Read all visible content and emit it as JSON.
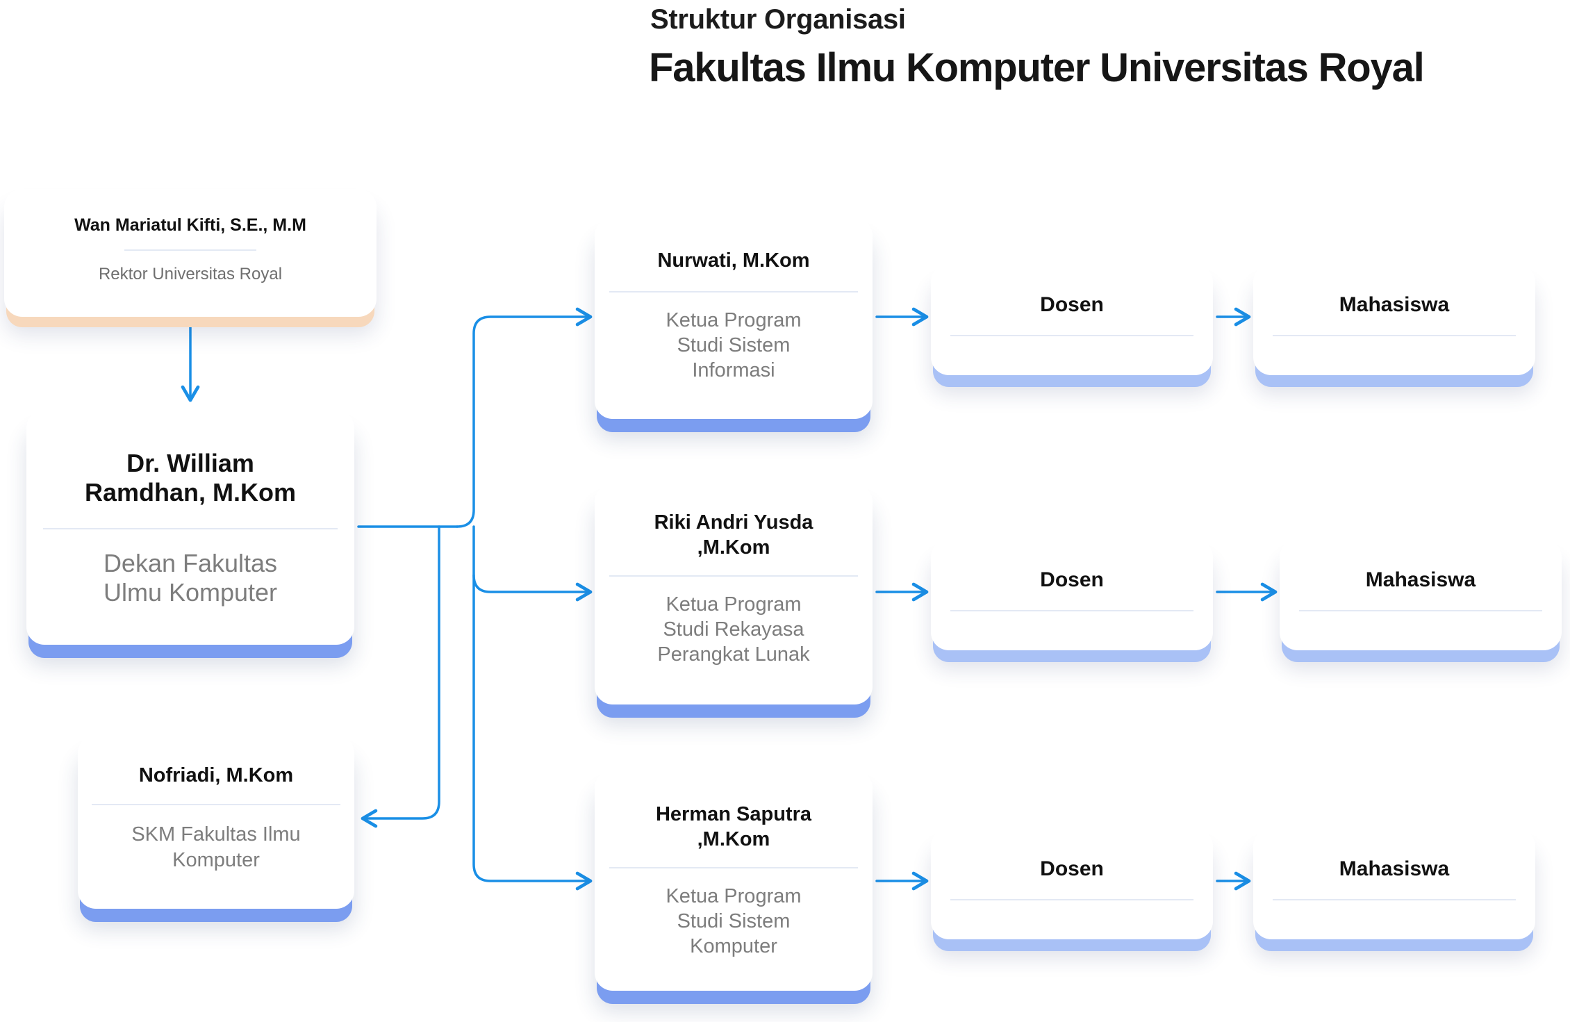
{
  "title": {
    "sub": "Struktur Organisasi",
    "main": "Fakultas Ilmu Komputer Universitas Royal"
  },
  "rektor": {
    "name": "Wan Mariatul Kifti, S.E., M.M",
    "role": "Rektor Universitas Royal"
  },
  "dekan": {
    "name": "Dr. William\nRamdhan, M.Kom",
    "role": "Dekan Fakultas\nUlmu Komputer"
  },
  "skm": {
    "name": "Nofriadi, M.Kom",
    "role": "SKM Fakultas Ilmu\nKomputer"
  },
  "programs": [
    {
      "name": "Nurwati, M.Kom",
      "role": "Ketua Program\nStudi Sistem\nInformasi",
      "dosen": "Dosen",
      "mahasiswa": "Mahasiswa"
    },
    {
      "name": "Riki Andri Yusda\n,M.Kom",
      "role": "Ketua Program\nStudi Rekayasa\nPerangkat Lunak",
      "dosen": "Dosen",
      "mahasiswa": "Mahasiswa"
    },
    {
      "name": "Herman Saputra\n,M.Kom",
      "role": "Ketua Program\nStudi Sistem\nKomputer",
      "dosen": "Dosen",
      "mahasiswa": "Mahasiswa"
    }
  ],
  "colors": {
    "connector": "#1a8fe6",
    "band_peach": "#f7d8bc",
    "band_blue": "#7b9df0",
    "band_light": "#a9c1f6"
  }
}
